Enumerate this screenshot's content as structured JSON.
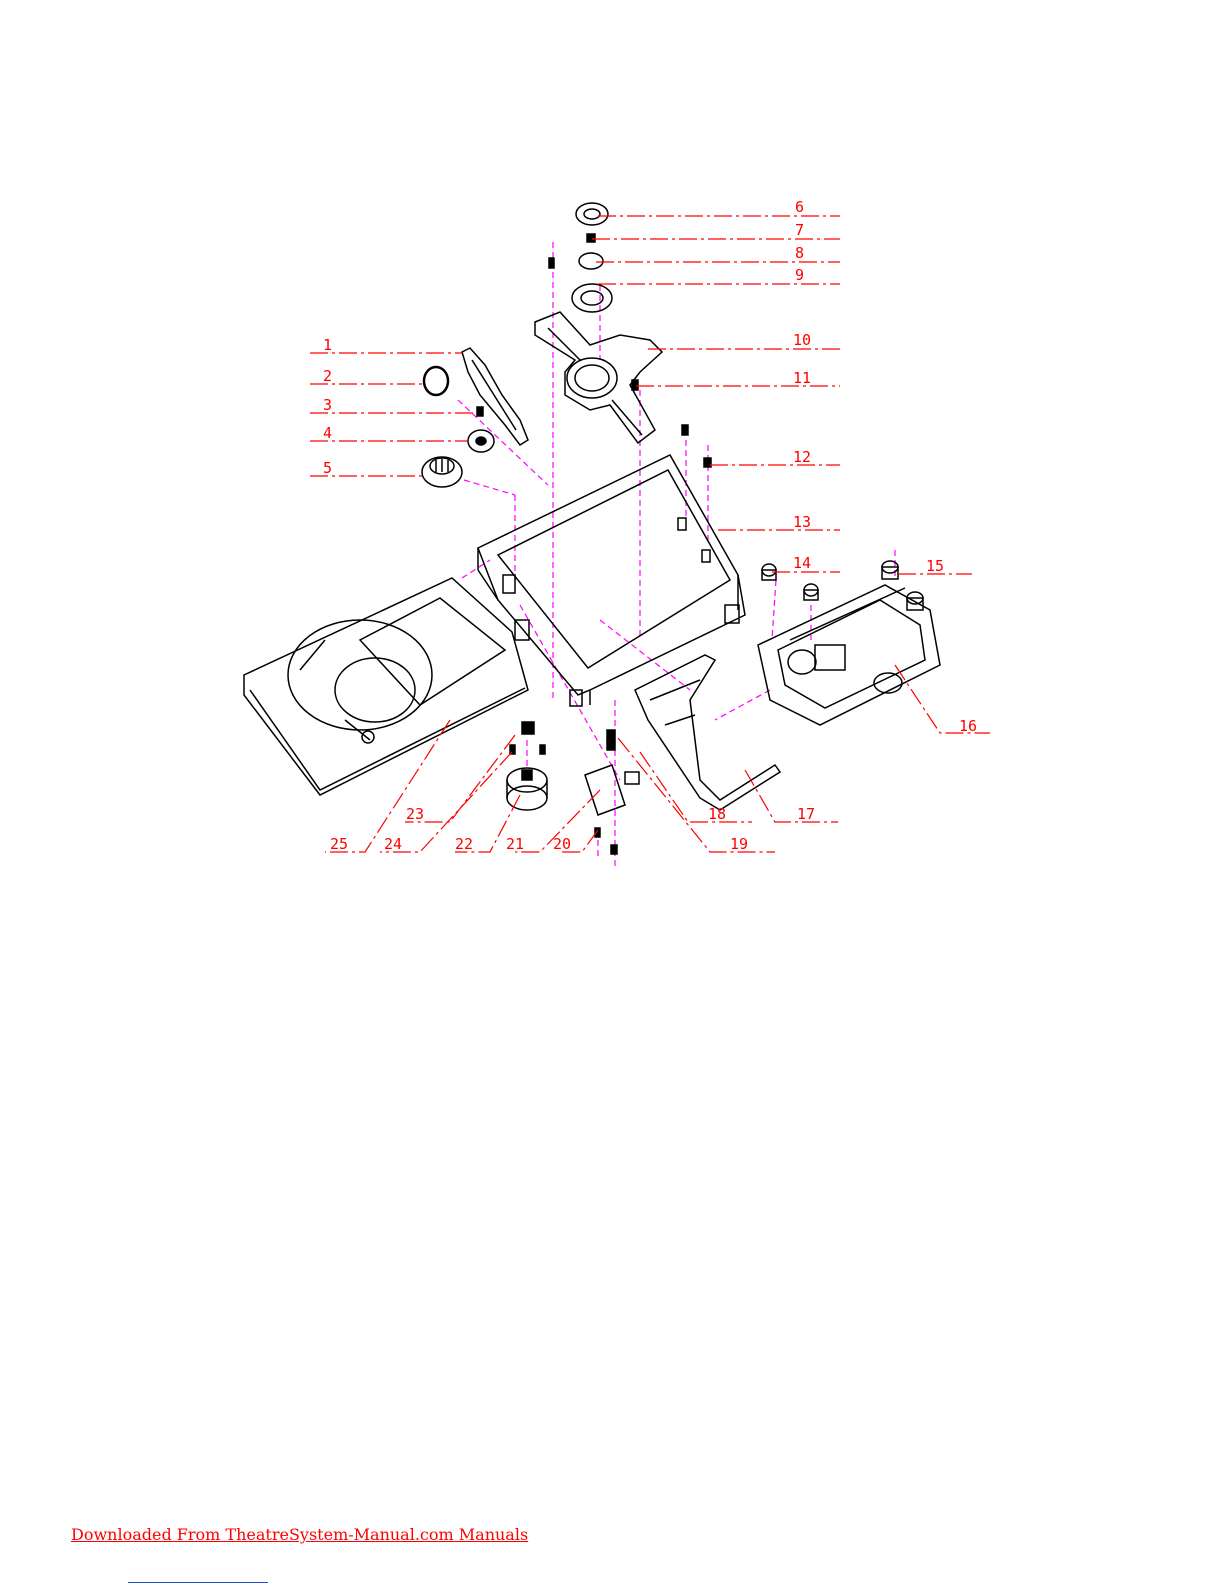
{
  "diagram": {
    "colors": {
      "callout": "#ff0000",
      "projection": "#ff00ff",
      "part": "#000000"
    },
    "callouts": [
      "1",
      "2",
      "3",
      "4",
      "5",
      "6",
      "7",
      "8",
      "9",
      "10",
      "11",
      "12",
      "13",
      "14",
      "15",
      "16",
      "17",
      "18",
      "19",
      "20",
      "21",
      "22",
      "23",
      "24",
      "25"
    ]
  },
  "footer": {
    "link_text": "Downloaded From TheatreSystem-Manual.com Manuals"
  }
}
